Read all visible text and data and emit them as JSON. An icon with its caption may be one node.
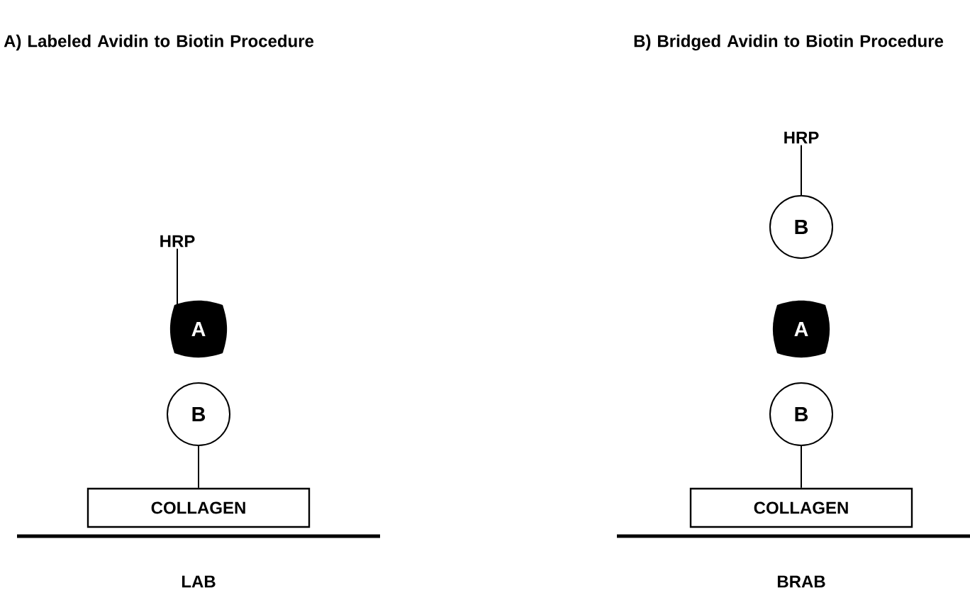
{
  "diagram": {
    "nodes": [
      {
        "text": [
          "HRP"
        ]
      },
      {
        "text": [
          "A"
        ]
      },
      {
        "text": [
          "B"
        ]
      },
      {
        "text": [
          "COLLAGEN"
        ]
      },
      {
        "text": [
          "HRP"
        ]
      },
      {
        "text": [
          "B"
        ]
      },
      {
        "text": [
          "A"
        ]
      },
      {
        "text": [
          "B"
        ]
      },
      {
        "text": [
          "COLLAGEN"
        ]
      }
    ],
    "edges": [
      {
        "from": 0,
        "to": 1,
        "arrow": "none"
      },
      {
        "from": 2,
        "to": 3,
        "arrow": "none"
      },
      {
        "from": 4,
        "to": 5,
        "arrow": "none"
      },
      {
        "from": 7,
        "to": 8,
        "arrow": "none"
      }
    ],
    "labels": [
      "A) Labeled Avidin to Biotin Procedure",
      "B) Bridged Avidin to Biotin Procedure",
      "LAB",
      "BRAB"
    ]
  }
}
